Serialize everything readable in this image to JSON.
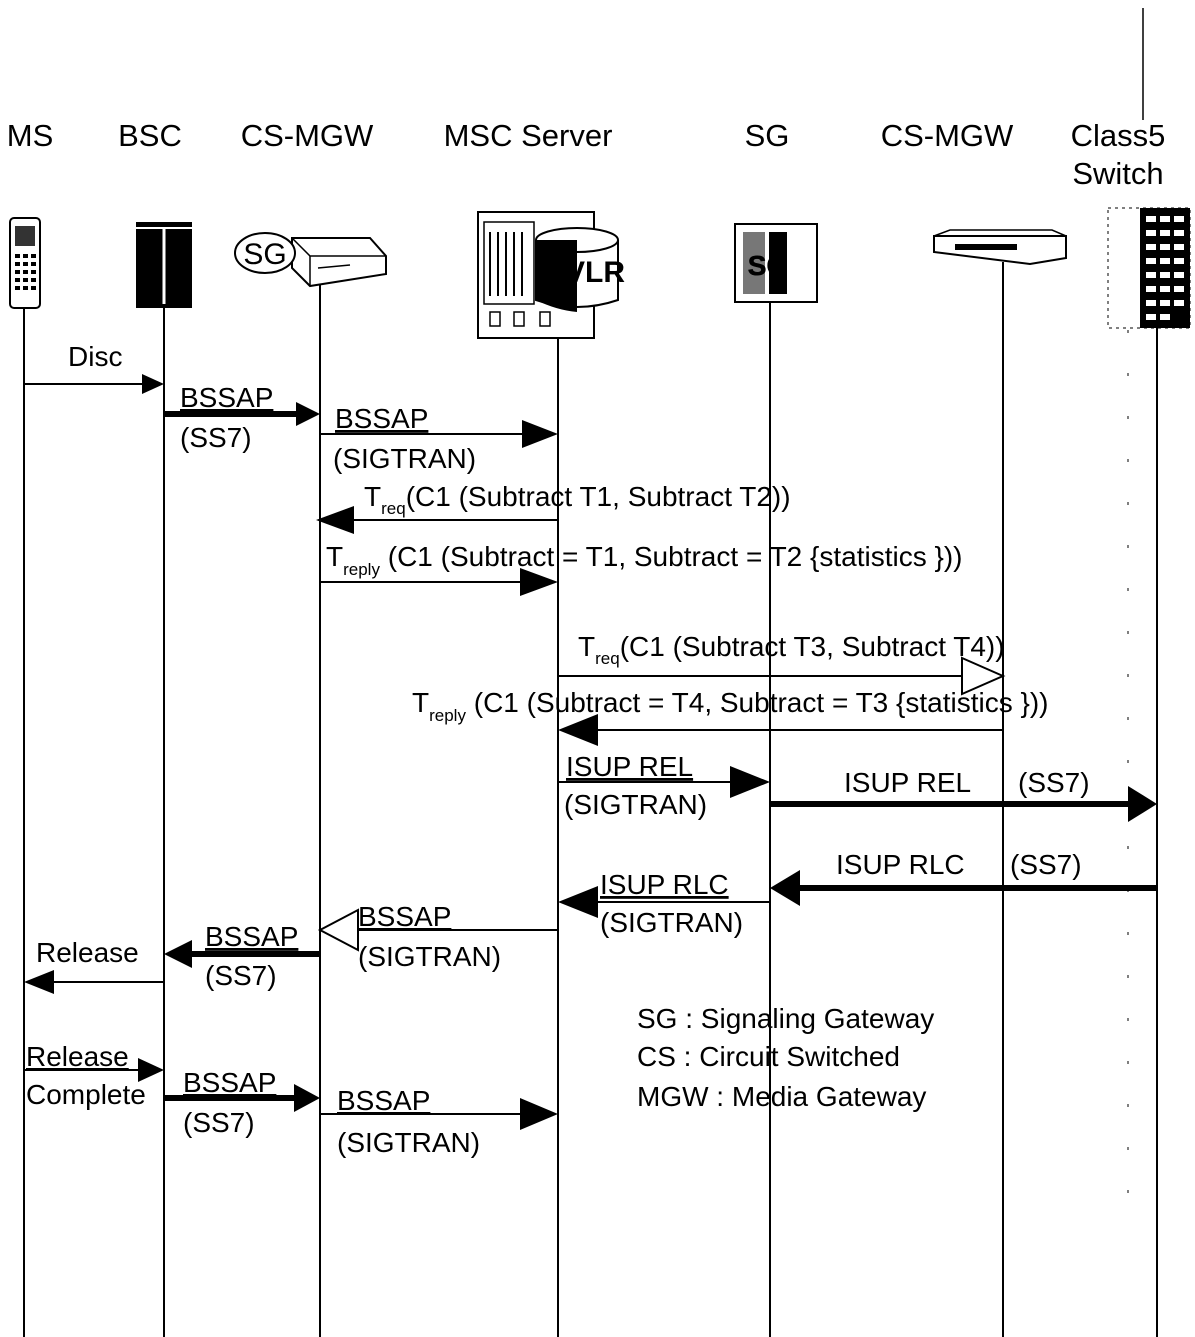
{
  "entities": [
    {
      "id": "ms",
      "label": "MS",
      "label2": "",
      "icon": "mobile-phone-icon"
    },
    {
      "id": "bsc",
      "label": "BSC",
      "label2": "",
      "icon": "bsc-rack-icon"
    },
    {
      "id": "csmgw1",
      "label": "CS-MGW",
      "label2": "",
      "icon": "media-gateway-icon",
      "badge": "SG"
    },
    {
      "id": "msc",
      "label": "MSC Server",
      "label2": "",
      "icon": "msc-server-icon",
      "badge": "VLR"
    },
    {
      "id": "sg",
      "label": "SG",
      "label2": "",
      "icon": "signaling-gateway-icon",
      "badge": "SG"
    },
    {
      "id": "csmgw2",
      "label": "CS-MGW",
      "label2": "",
      "icon": "media-gateway-icon"
    },
    {
      "id": "class5",
      "label": "Class5",
      "label2": "Switch",
      "icon": "class5-switch-icon"
    }
  ],
  "messages": {
    "disc": {
      "text": "Disc"
    },
    "bssap_ss7_1": {
      "line1": "BSSAP",
      "line2": "(SS7)"
    },
    "bssap_sigtran_1": {
      "line1": "BSSAP",
      "line2": "(SIGTRAN)"
    },
    "treq_1": {
      "prefix": "T",
      "sub": "req",
      "text": "(C1 (Subtract T1, Subtract T2))"
    },
    "treply_1": {
      "prefix": "T",
      "sub": "reply",
      "text": " (C1 (Subtract = T1, Subtract = T2 {statistics }))"
    },
    "treq_2": {
      "prefix": "T",
      "sub": "req",
      "text": "(C1 (Subtract T3, Subtract T4))"
    },
    "treply_2": {
      "prefix": "T",
      "sub": "reply",
      "text": " (C1 (Subtract = T4, Subtract = T3 {statistics }))"
    },
    "isup_rel_sigtran": {
      "line1": "ISUP REL",
      "line2": "(SIGTRAN)"
    },
    "isup_rel_ss7": {
      "line1": "ISUP REL",
      "line2": "(SS7)"
    },
    "isup_rlc_ss7": {
      "line1": "ISUP RLC",
      "line2": "(SS7)"
    },
    "isup_rlc_sigtran": {
      "line1": "ISUP RLC",
      "line2": "(SIGTRAN)"
    },
    "bssap_sigtran_2": {
      "line1": "BSSAP",
      "line2": "(SIGTRAN)"
    },
    "bssap_ss7_2": {
      "line1": "BSSAP",
      "line2": "(SS7)"
    },
    "release": {
      "text": "Release"
    },
    "release_complete": {
      "line1": "Release",
      "line2": "Complete"
    },
    "bssap_ss7_3": {
      "line1": "BSSAP",
      "line2": "(SS7)"
    },
    "bssap_sigtran_3": {
      "line1": "BSSAP",
      "line2": "(SIGTRAN)"
    }
  },
  "legend": [
    "SG : Signaling Gateway",
    "CS : Circuit Switched",
    "MGW : Media Gateway"
  ]
}
